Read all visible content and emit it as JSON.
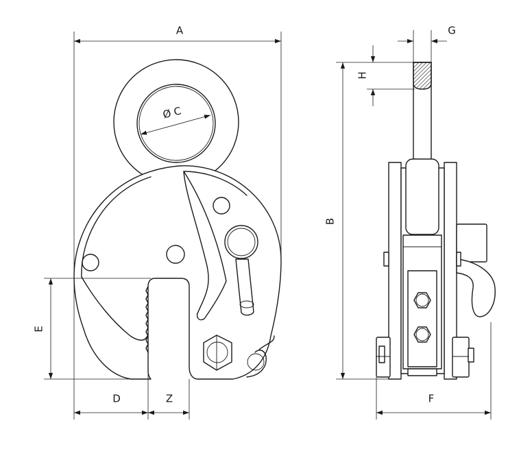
{
  "labels": {
    "A": "A",
    "B": "B",
    "C": "Ø C",
    "D": "D",
    "E": "E",
    "F": "F",
    "G": "G",
    "H": "H",
    "Z": "Z"
  }
}
